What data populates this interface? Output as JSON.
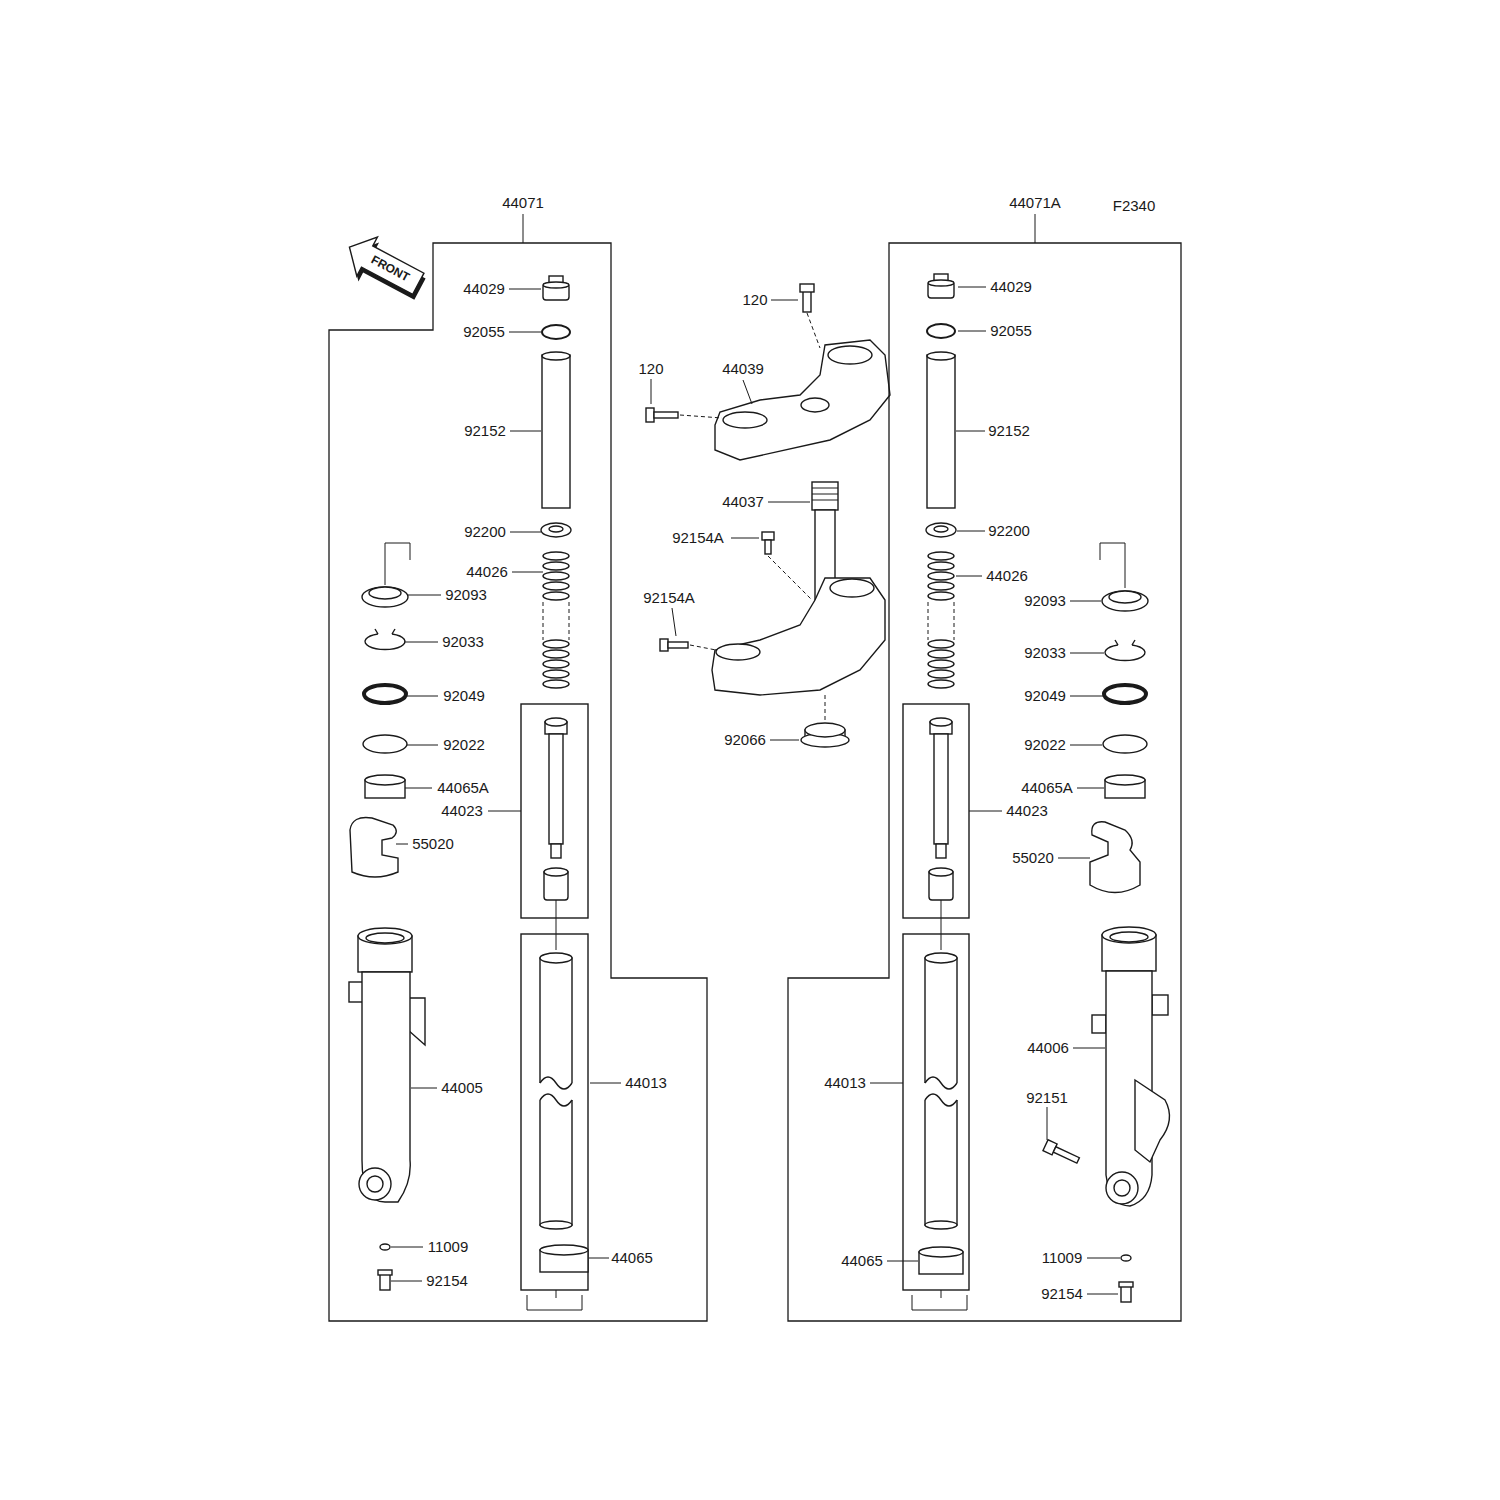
{
  "diagram": {
    "nodes": [
      {
        "text": [
          "44071"
        ]
      },
      {
        "text": [
          "44071A"
        ]
      }
    ],
    "labels": [
      "F2340",
      "FRONT",
      "44029",
      "92055",
      "92152",
      "92200",
      "44026",
      "92093",
      "92033",
      "92049",
      "92022",
      "44065A",
      "44023",
      "55020",
      "44013",
      "44005",
      "11009",
      "44065",
      "92154",
      "120",
      "120",
      "44039",
      "44037",
      "92154A",
      "92154A",
      "92066",
      "44029",
      "92055",
      "92152",
      "92200",
      "44026",
      "92093",
      "92033",
      "92049",
      "92022",
      "44065A",
      "44023",
      "55020",
      "44013",
      "44006",
      "92151",
      "44065",
      "11009",
      "92154"
    ]
  }
}
